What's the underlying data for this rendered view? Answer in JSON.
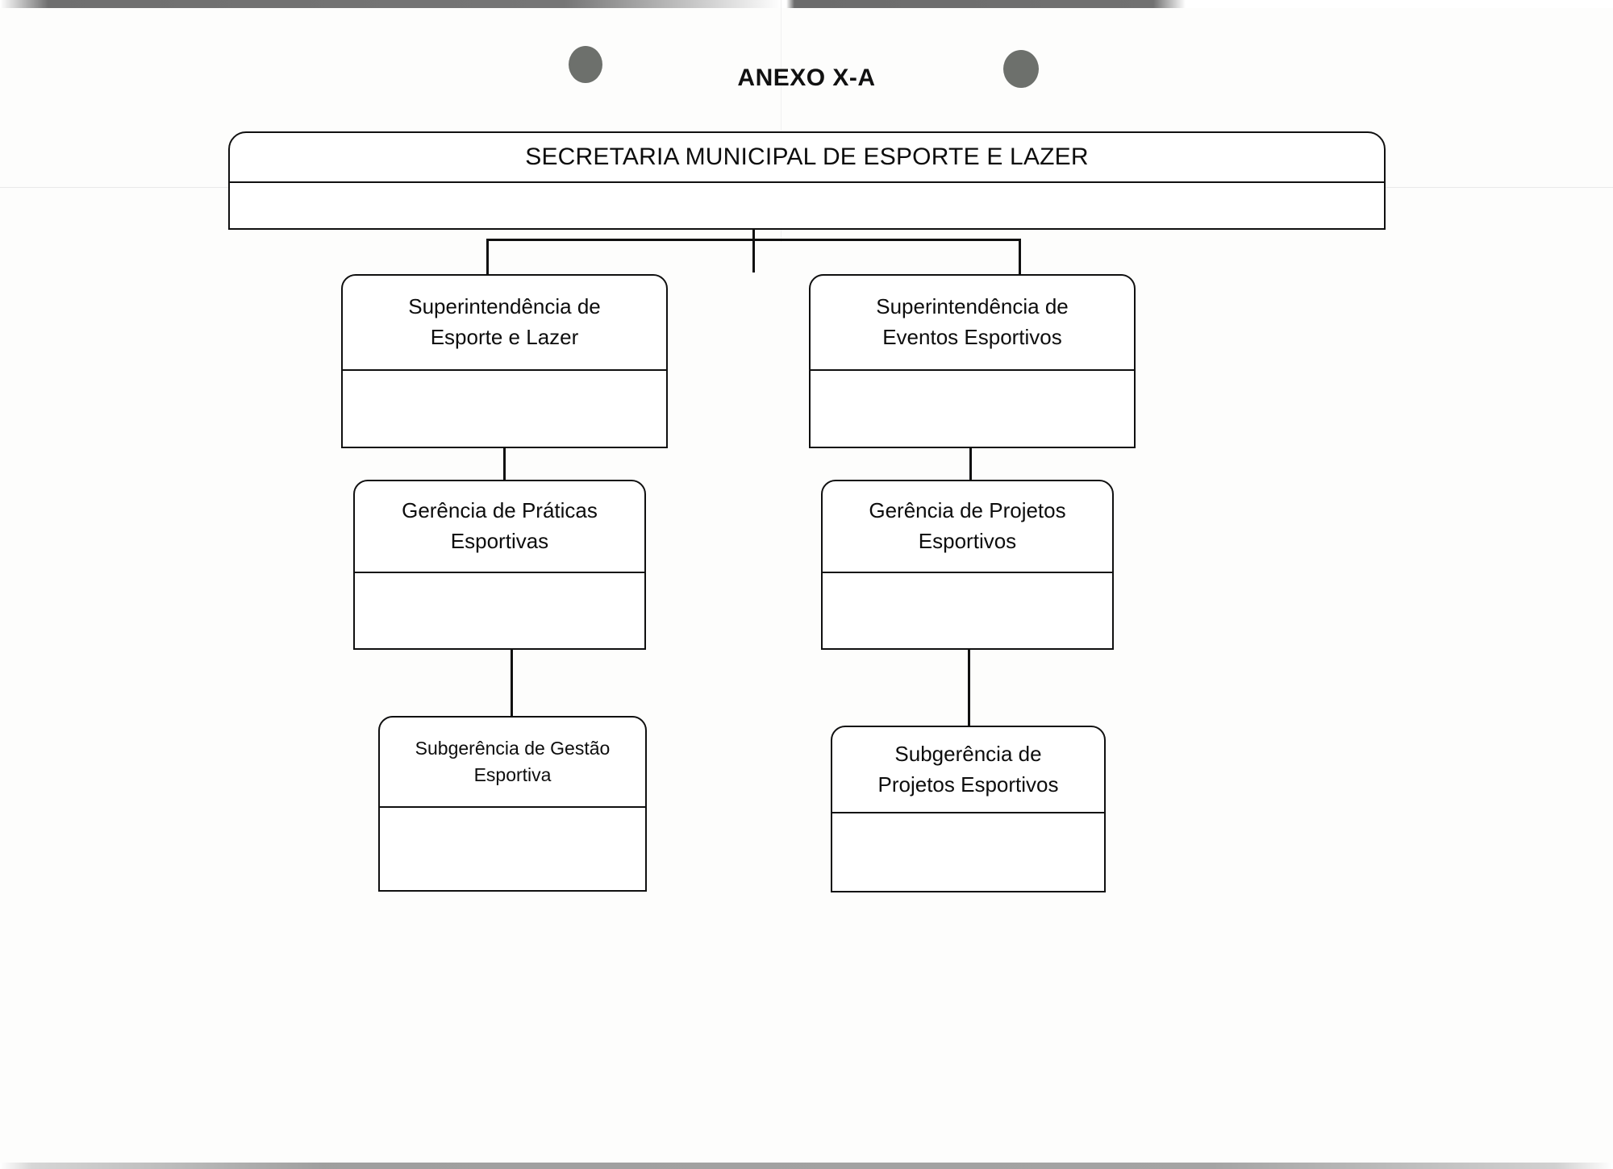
{
  "document": {
    "title": "ANEXO X-A",
    "language": "pt-BR",
    "type": "organizational-chart"
  },
  "chart_data": {
    "type": "diagram",
    "title": "ANEXO X-A",
    "subtype": "organogram",
    "root": "SECRETARIA MUNICIPAL DE ESPORTE E LAZER",
    "levels": 4,
    "nodes": [
      {
        "id": "root",
        "label": "SECRETARIA MUNICIPAL DE ESPORTE E LAZER",
        "level": 0,
        "parent": null
      },
      {
        "id": "sup-esporte",
        "label_line1": "Superintendência de",
        "label_line2": "Esporte e Lazer",
        "level": 1,
        "parent": "root"
      },
      {
        "id": "sup-eventos",
        "label_line1": "Superintendência de",
        "label_line2": "Eventos Esportivos",
        "level": 1,
        "parent": "root"
      },
      {
        "id": "ger-praticas",
        "label_line1": "Gerência de Práticas",
        "label_line2": "Esportivas",
        "level": 2,
        "parent": "sup-esporte"
      },
      {
        "id": "ger-projetos",
        "label_line1": "Gerência de Projetos",
        "label_line2": "Esportivos",
        "level": 2,
        "parent": "sup-eventos"
      },
      {
        "id": "sub-gestao",
        "label_line1": "Subgerência de Gestão",
        "label_line2": "Esportiva",
        "level": 3,
        "parent": "ger-praticas"
      },
      {
        "id": "sub-projetos",
        "label_line1": "Subgerência de",
        "label_line2": "Projetos Esportivos",
        "level": 3,
        "parent": "ger-projetos"
      }
    ],
    "edges": [
      {
        "from": "root",
        "to": "sup-esporte"
      },
      {
        "from": "root",
        "to": "sup-eventos"
      },
      {
        "from": "sup-esporte",
        "to": "ger-praticas"
      },
      {
        "from": "sup-eventos",
        "to": "ger-projetos"
      },
      {
        "from": "ger-praticas",
        "to": "sub-gestao"
      },
      {
        "from": "ger-projetos",
        "to": "sub-projetos"
      }
    ]
  },
  "nodes": {
    "root": {
      "label": "SECRETARIA MUNICIPAL DE ESPORTE E LAZER"
    },
    "sup_esporte": {
      "line1": "Superintendência de",
      "line2": "Esporte e Lazer"
    },
    "sup_eventos": {
      "line1": "Superintendência de",
      "line2": "Eventos Esportivos"
    },
    "ger_praticas": {
      "line1": "Gerência de Práticas",
      "line2": "Esportivas"
    },
    "ger_projetos": {
      "line1": "Gerência de Projetos",
      "line2": "Esportivos"
    },
    "sub_gestao": {
      "line1": "Subgerência de Gestão",
      "line2": "Esportiva"
    },
    "sub_projetos": {
      "line1": "Subgerência de",
      "line2": "Projetos Esportivos"
    }
  },
  "colors": {
    "page_background": "#fdfdfc",
    "box_border": "#101010",
    "box_fill": "#ffffff",
    "text": "#0d0d0d",
    "punch_hole": "#6d706c",
    "scan_band": "#757575"
  },
  "artifacts": {
    "punch_hole_left": "punch-hole-icon",
    "punch_hole_right": "punch-hole-icon",
    "top_scan_band": "scan-edge-band",
    "bottom_scan_band": "scan-edge-band"
  }
}
